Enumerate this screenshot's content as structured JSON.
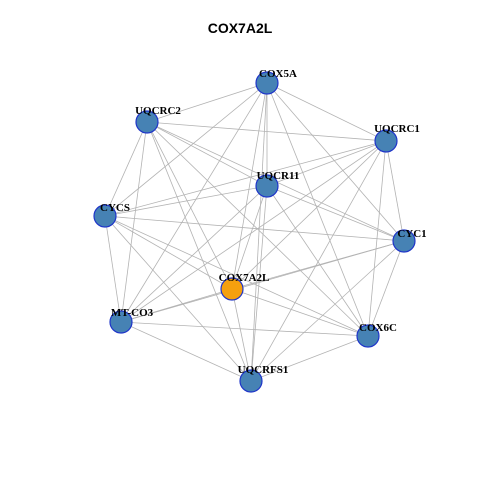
{
  "title": "COX7A2L",
  "colors": {
    "hub_fill": "#f5a00f",
    "node_fill": "#4682b4",
    "node_stroke": "#1f35c9",
    "edge": "#b3b3b3"
  },
  "nodes": [
    {
      "id": "COX5A",
      "label": "COX5A",
      "hub": false
    },
    {
      "id": "UQCRC2",
      "label": "UQCRC2",
      "hub": false
    },
    {
      "id": "UQCRC1",
      "label": "UQCRC1",
      "hub": false
    },
    {
      "id": "UQCR11",
      "label": "UQCR11",
      "hub": false
    },
    {
      "id": "CYCS",
      "label": "CYCS",
      "hub": false
    },
    {
      "id": "CYC1",
      "label": "CYC1",
      "hub": false
    },
    {
      "id": "COX7A2L",
      "label": "COX7A2L",
      "hub": true
    },
    {
      "id": "MT-CO3",
      "label": "MT-CO3",
      "hub": false
    },
    {
      "id": "COX6C",
      "label": "COX6C",
      "hub": false
    },
    {
      "id": "UQCRFS1",
      "label": "UQCRFS1",
      "hub": false
    }
  ],
  "edges": [
    [
      "COX5A",
      "UQCRC2"
    ],
    [
      "COX5A",
      "UQCRC1"
    ],
    [
      "COX5A",
      "UQCR11"
    ],
    [
      "COX5A",
      "CYCS"
    ],
    [
      "COX5A",
      "CYC1"
    ],
    [
      "COX5A",
      "COX7A2L"
    ],
    [
      "COX5A",
      "MT-CO3"
    ],
    [
      "COX5A",
      "COX6C"
    ],
    [
      "COX5A",
      "UQCRFS1"
    ],
    [
      "UQCRC2",
      "UQCRC1"
    ],
    [
      "UQCRC2",
      "UQCR11"
    ],
    [
      "UQCRC2",
      "CYCS"
    ],
    [
      "UQCRC2",
      "CYC1"
    ],
    [
      "UQCRC2",
      "COX7A2L"
    ],
    [
      "UQCRC2",
      "MT-CO3"
    ],
    [
      "UQCRC2",
      "COX6C"
    ],
    [
      "UQCRC2",
      "UQCRFS1"
    ],
    [
      "UQCRC1",
      "UQCR11"
    ],
    [
      "UQCRC1",
      "CYCS"
    ],
    [
      "UQCRC1",
      "CYC1"
    ],
    [
      "UQCRC1",
      "COX7A2L"
    ],
    [
      "UQCRC1",
      "MT-CO3"
    ],
    [
      "UQCRC1",
      "COX6C"
    ],
    [
      "UQCRC1",
      "UQCRFS1"
    ],
    [
      "UQCR11",
      "CYCS"
    ],
    [
      "UQCR11",
      "CYC1"
    ],
    [
      "UQCR11",
      "COX7A2L"
    ],
    [
      "UQCR11",
      "MT-CO3"
    ],
    [
      "UQCR11",
      "COX6C"
    ],
    [
      "UQCR11",
      "UQCRFS1"
    ],
    [
      "CYCS",
      "CYC1"
    ],
    [
      "CYCS",
      "COX7A2L"
    ],
    [
      "CYCS",
      "MT-CO3"
    ],
    [
      "CYCS",
      "COX6C"
    ],
    [
      "CYCS",
      "UQCRFS1"
    ],
    [
      "CYC1",
      "COX7A2L"
    ],
    [
      "CYC1",
      "MT-CO3"
    ],
    [
      "CYC1",
      "COX6C"
    ],
    [
      "CYC1",
      "UQCRFS1"
    ],
    [
      "COX7A2L",
      "MT-CO3"
    ],
    [
      "COX7A2L",
      "COX6C"
    ],
    [
      "COX7A2L",
      "UQCRFS1"
    ],
    [
      "MT-CO3",
      "COX6C"
    ],
    [
      "MT-CO3",
      "UQCRFS1"
    ],
    [
      "COX6C",
      "UQCRFS1"
    ]
  ]
}
